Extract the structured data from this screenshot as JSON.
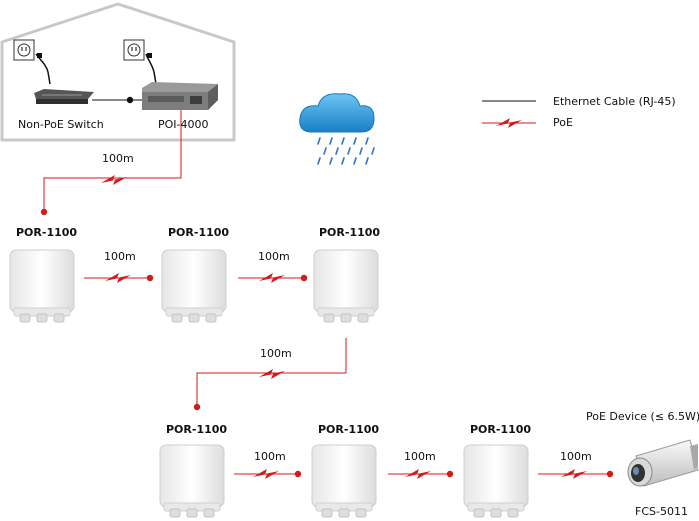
{
  "house": {
    "non_poe_switch_label": "Non-PoE Switch",
    "injector_label": "POI-4000"
  },
  "legend": {
    "ethernet_label": "Ethernet Cable (RJ-45)",
    "poe_label": "PoE"
  },
  "repeater_label": "POR-1100",
  "repeaters": [
    {
      "label": "POR-1100"
    },
    {
      "label": "POR-1100"
    },
    {
      "label": "POR-1100"
    },
    {
      "label": "POR-1100"
    },
    {
      "label": "POR-1100"
    },
    {
      "label": "POR-1100"
    }
  ],
  "links": [
    {
      "distance": "100m"
    },
    {
      "distance": "100m"
    },
    {
      "distance": "100m"
    },
    {
      "distance": "100m"
    },
    {
      "distance": "100m"
    },
    {
      "distance": "100m"
    },
    {
      "distance": "100m"
    }
  ],
  "device": {
    "title": "PoE Device (≤ 6.5W)",
    "model": "FCS-5011"
  },
  "colors": {
    "poe_red": "#d11a1a",
    "house_outline": "#c8c8c8",
    "cloud_blue": "#1f8fd6",
    "rain_blue": "#2a73c4"
  }
}
